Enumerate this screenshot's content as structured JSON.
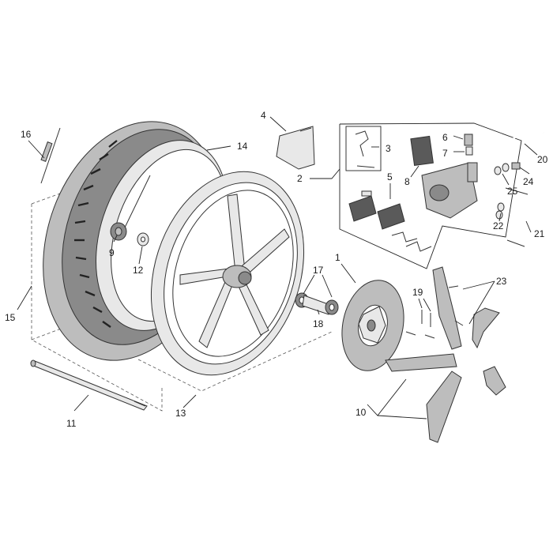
{
  "callouts": [
    {
      "id": "1",
      "text": "1"
    },
    {
      "id": "2",
      "text": "2"
    },
    {
      "id": "3",
      "text": "3"
    },
    {
      "id": "4",
      "text": "4"
    },
    {
      "id": "5",
      "text": "5"
    },
    {
      "id": "6",
      "text": "6"
    },
    {
      "id": "7",
      "text": "7"
    },
    {
      "id": "8",
      "text": "8"
    },
    {
      "id": "9",
      "text": "9"
    },
    {
      "id": "10",
      "text": "10"
    },
    {
      "id": "11",
      "text": "11"
    },
    {
      "id": "12",
      "text": "12"
    },
    {
      "id": "13",
      "text": "13"
    },
    {
      "id": "14",
      "text": "14"
    },
    {
      "id": "15",
      "text": "15"
    },
    {
      "id": "16",
      "text": "16"
    },
    {
      "id": "17",
      "text": "17"
    },
    {
      "id": "18",
      "text": "18"
    },
    {
      "id": "19",
      "text": "19"
    },
    {
      "id": "20",
      "text": "20"
    },
    {
      "id": "21",
      "text": "21"
    },
    {
      "id": "22",
      "text": "22"
    },
    {
      "id": "23",
      "text": "23"
    },
    {
      "id": "24",
      "text": "24"
    },
    {
      "id": "25",
      "text": "25"
    }
  ],
  "colors": {
    "line": "#222222",
    "part_light": "#e8e8e8",
    "part_mid": "#bdbdbd",
    "part_dark": "#8a8a8a",
    "background": "#ffffff"
  }
}
